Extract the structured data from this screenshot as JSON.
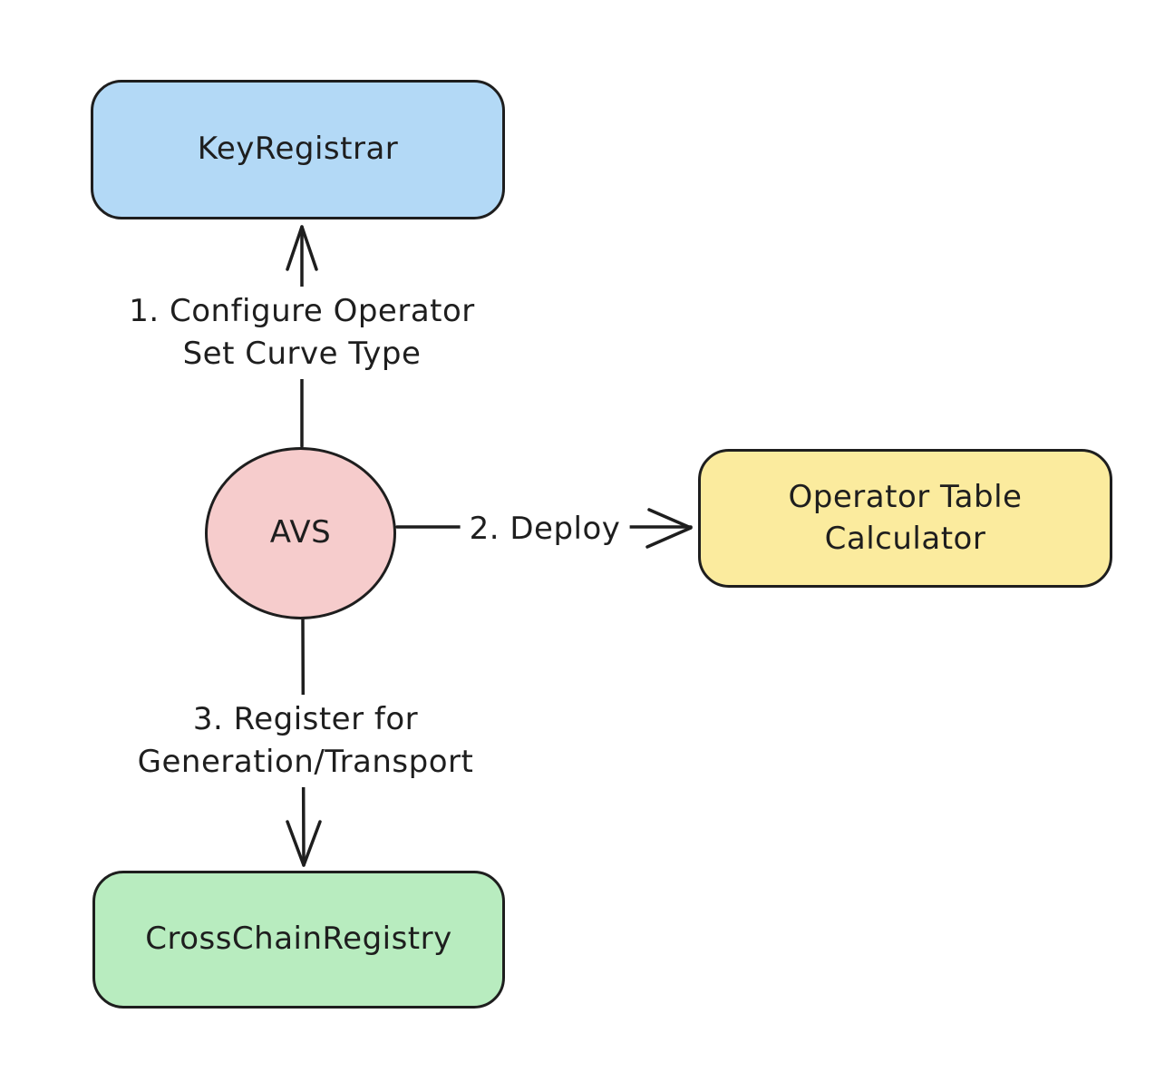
{
  "diagram": {
    "type": "flowchart",
    "background": "#ffffff",
    "stroke_color": "#1e1e1e",
    "nodes": {
      "key_registrar": {
        "label": "KeyRegistrar",
        "shape": "rounded-rect",
        "fill": "#b3d9f6"
      },
      "avs": {
        "label": "AVS",
        "shape": "circle",
        "fill": "#f6cccc"
      },
      "operator_table_calculator": {
        "label": "Operator Table\nCalculator",
        "shape": "rounded-rect",
        "fill": "#fbeb9e"
      },
      "cross_chain_registry": {
        "label": "CrossChainRegistry",
        "shape": "rounded-rect",
        "fill": "#b8ecbf"
      }
    },
    "edges": [
      {
        "from": "avs",
        "to": "key_registrar",
        "direction": "up",
        "label": "1. Configure Operator\nSet Curve Type"
      },
      {
        "from": "avs",
        "to": "operator_table_calculator",
        "direction": "right",
        "label": "2. Deploy"
      },
      {
        "from": "avs",
        "to": "cross_chain_registry",
        "direction": "down",
        "label": "3. Register for\nGeneration/Transport"
      }
    ]
  }
}
